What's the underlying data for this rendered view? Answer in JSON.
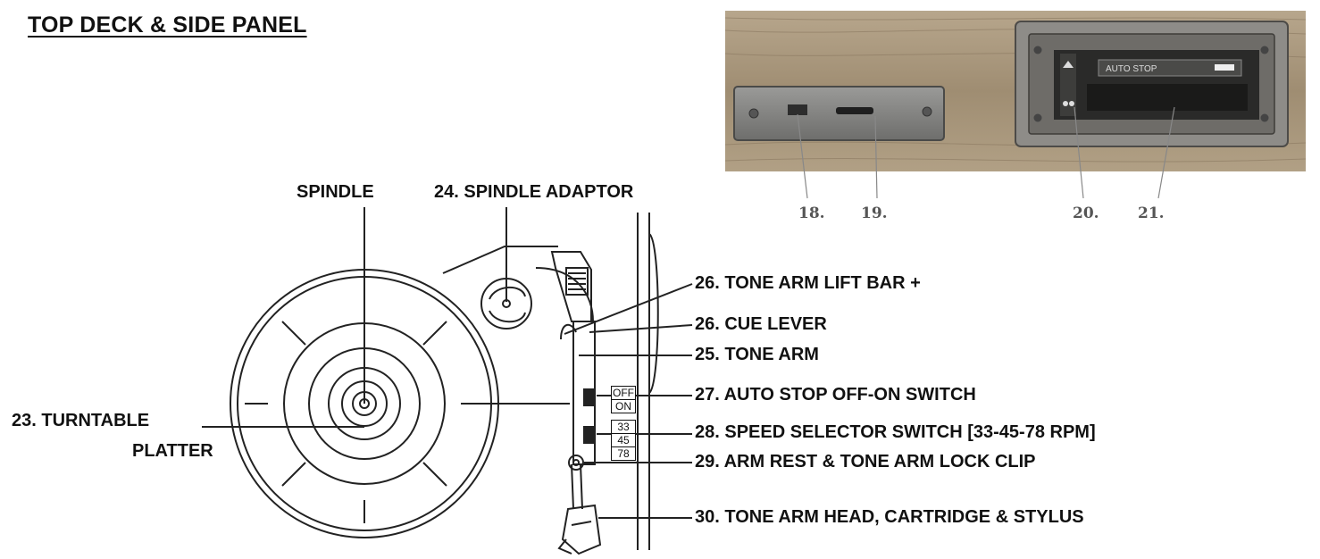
{
  "title": "TOP DECK & SIDE PANEL",
  "photo": {
    "panel_text": "AUTO STOP",
    "callouts": [
      "18.",
      "19.",
      "20.",
      "21."
    ]
  },
  "top_labels": {
    "spindle": "SPINDLE",
    "spindle_adaptor": "24. SPINDLE ADAPTOR"
  },
  "left_label": {
    "line1": "23. TURNTABLE",
    "line2": "PLATTER"
  },
  "right_labels": [
    "26. TONE ARM LIFT BAR +",
    "26. CUE LEVER",
    "25. TONE ARM",
    "27. AUTO STOP OFF-ON SWITCH",
    "28. SPEED SELECTOR SWITCH [33-45-78 RPM]",
    "29. ARM REST & TONE ARM LOCK CLIP",
    "30. TONE ARM HEAD, CARTRIDGE & STYLUS"
  ],
  "auto_stop_switch": [
    "OFF",
    "ON"
  ],
  "speed_switch": [
    "33",
    "45",
    "78"
  ]
}
